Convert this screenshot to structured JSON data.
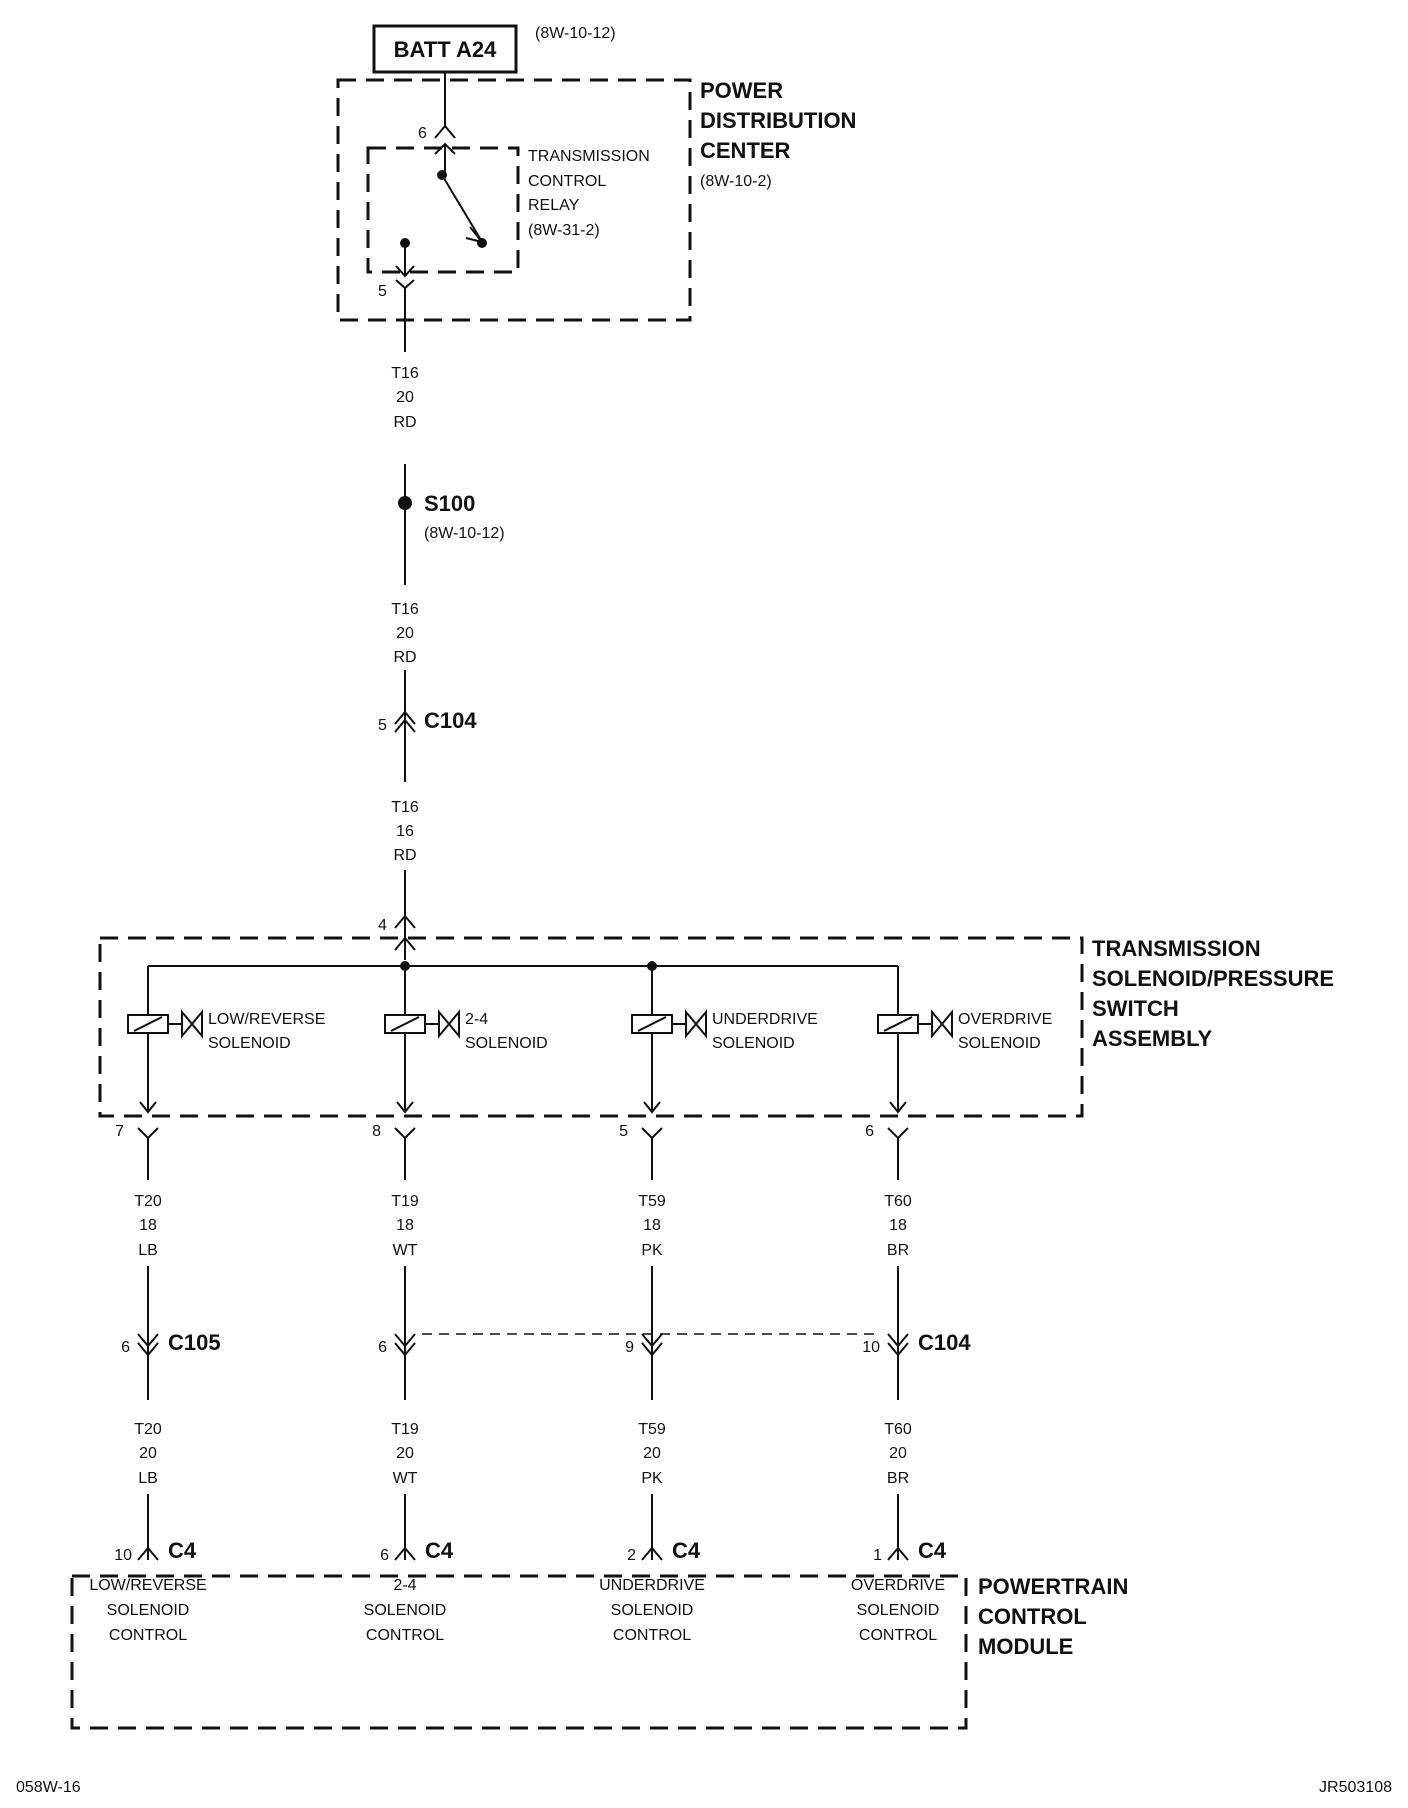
{
  "batt": {
    "label": "BATT A24",
    "ref": "(8W-10-12)"
  },
  "pdc": {
    "line1": "POWER",
    "line2": "DISTRIBUTION",
    "line3": "CENTER",
    "ref": "(8W-10-2)"
  },
  "relay": {
    "line1": "TRANSMISSION",
    "line2": "CONTROL",
    "line3": "RELAY",
    "ref": "(8W-31-2)",
    "pin_top": "6",
    "pin_bottom": "5"
  },
  "wire_top": {
    "circuit": "T16",
    "gauge": "20",
    "color": "RD"
  },
  "splice": {
    "label": "S100",
    "ref": "(8W-10-12)"
  },
  "wire_mid": {
    "circuit": "T16",
    "gauge": "20",
    "color": "RD"
  },
  "c104_top": {
    "pin": "5",
    "label": "C104"
  },
  "wire_low": {
    "circuit": "T16",
    "gauge": "16",
    "color": "RD"
  },
  "assembly": {
    "pin_in": "4",
    "line1": "TRANSMISSION",
    "line2": "SOLENOID/PRESSURE",
    "line3": "SWITCH",
    "line4": "ASSEMBLY"
  },
  "solenoids": [
    {
      "name1": "LOW/REVERSE",
      "name2": "SOLENOID",
      "pin_out": "7",
      "wire_a": {
        "circuit": "T20",
        "gauge": "18",
        "color": "LB"
      },
      "conn": {
        "pin": "6",
        "label": "C105"
      },
      "wire_b": {
        "circuit": "T20",
        "gauge": "20",
        "color": "LB"
      },
      "pcm": {
        "pin": "10",
        "conn": "C4",
        "line1": "LOW/REVERSE",
        "line2": "SOLENOID",
        "line3": "CONTROL"
      }
    },
    {
      "name1": "2-4",
      "name2": "SOLENOID",
      "pin_out": "8",
      "wire_a": {
        "circuit": "T19",
        "gauge": "18",
        "color": "WT"
      },
      "conn": {
        "pin": "6",
        "label": ""
      },
      "wire_b": {
        "circuit": "T19",
        "gauge": "20",
        "color": "WT"
      },
      "pcm": {
        "pin": "6",
        "conn": "C4",
        "line1": "2-4",
        "line2": "SOLENOID",
        "line3": "CONTROL"
      }
    },
    {
      "name1": "UNDERDRIVE",
      "name2": "SOLENOID",
      "pin_out": "5",
      "wire_a": {
        "circuit": "T59",
        "gauge": "18",
        "color": "PK"
      },
      "conn": {
        "pin": "9",
        "label": ""
      },
      "wire_b": {
        "circuit": "T59",
        "gauge": "20",
        "color": "PK"
      },
      "pcm": {
        "pin": "2",
        "conn": "C4",
        "line1": "UNDERDRIVE",
        "line2": "SOLENOID",
        "line3": "CONTROL"
      }
    },
    {
      "name1": "OVERDRIVE",
      "name2": "SOLENOID",
      "pin_out": "6",
      "wire_a": {
        "circuit": "T60",
        "gauge": "18",
        "color": "BR"
      },
      "conn": {
        "pin": "10",
        "label": "C104"
      },
      "wire_b": {
        "circuit": "T60",
        "gauge": "20",
        "color": "BR"
      },
      "pcm": {
        "pin": "1",
        "conn": "C4",
        "line1": "OVERDRIVE",
        "line2": "SOLENOID",
        "line3": "CONTROL"
      }
    }
  ],
  "pcm": {
    "line1": "POWERTRAIN",
    "line2": "CONTROL",
    "line3": "MODULE"
  },
  "footer": {
    "left": "058W-16",
    "right": "JR503108"
  }
}
